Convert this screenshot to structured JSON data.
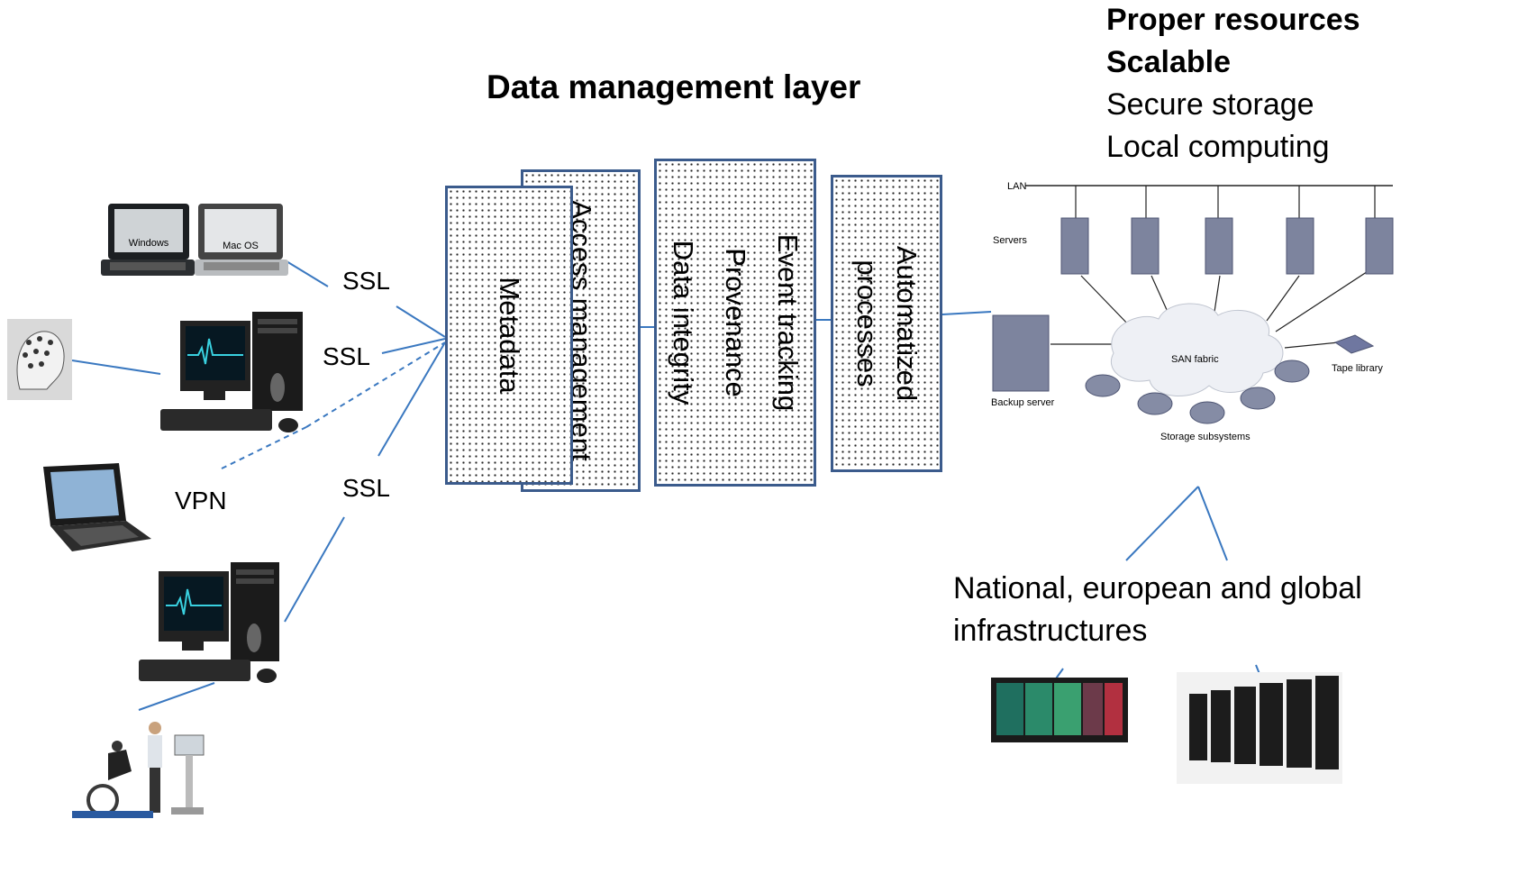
{
  "title": "Data management layer",
  "requirements": {
    "bold": [
      "Proper resources",
      "Scalable"
    ],
    "normal": [
      "Secure storage",
      "Local computing"
    ]
  },
  "connections": {
    "ssl_top": "SSL",
    "ssl_mid": "SSL",
    "vpn": "VPN",
    "ssl_bottom": "SSL"
  },
  "layers": {
    "metadata": "Metadata",
    "access": "Access management",
    "integrity": [
      "Event tracking",
      "Provenance",
      "Data integrity"
    ],
    "automated": [
      "Automatized",
      "processes"
    ]
  },
  "storage_diagram": {
    "lan": "LAN",
    "servers": "Servers",
    "san": "SAN fabric",
    "tape": "Tape library",
    "backup": "Backup server",
    "subsystems": "Storage subsystems"
  },
  "infrastructures": [
    "National, european and global",
    "infrastructures"
  ],
  "laptop_labels": [
    "Windows",
    "Mac OS"
  ],
  "colors": {
    "border": "#3b5b8c",
    "connector": "#3a78c0"
  }
}
